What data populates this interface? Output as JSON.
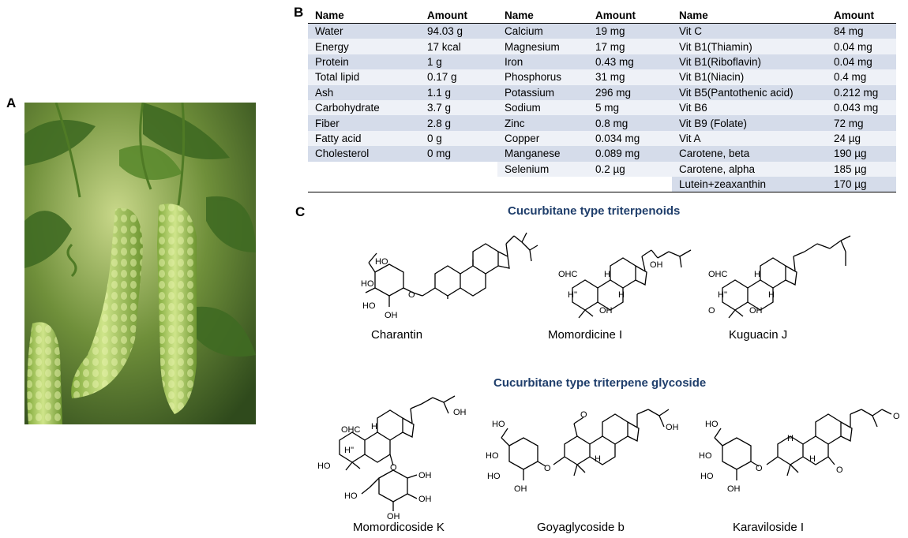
{
  "panels": {
    "a": "A",
    "b": "B",
    "c": "C"
  },
  "table": {
    "headers": [
      "Name",
      "Amount",
      "Name",
      "Amount",
      "Name",
      "Amount"
    ],
    "rows": [
      [
        "Water",
        "94.03 g",
        "Calcium",
        "19 mg",
        "Vit C",
        "84 mg"
      ],
      [
        "Energy",
        "17 kcal",
        "Magnesium",
        "17 mg",
        "Vit B1(Thiamin)",
        "0.04 mg"
      ],
      [
        "Protein",
        "1 g",
        "Iron",
        "0.43 mg",
        "Vit B1(Riboflavin)",
        "0.04 mg"
      ],
      [
        "Total lipid",
        "0.17 g",
        "Phosphorus",
        "31 mg",
        "Vit B1(Niacin)",
        "0.4 mg"
      ],
      [
        "Ash",
        "1.1 g",
        "Potassium",
        "296 mg",
        "Vit B5(Pantothenic acid)",
        "0.212 mg"
      ],
      [
        "Carbohydrate",
        "3.7 g",
        "Sodium",
        "5 mg",
        "Vit B6",
        "0.043 mg"
      ],
      [
        "Fiber",
        "2.8 g",
        "Zinc",
        "0.8 mg",
        "Vit B9 (Folate)",
        "72 mg"
      ],
      [
        "Fatty acid",
        "0 g",
        "Copper",
        "0.034 mg",
        "Vit A",
        "24 µg"
      ],
      [
        "Cholesterol",
        "0 mg",
        "Manganese",
        "0.089 mg",
        "Carotene, beta",
        "190 µg"
      ],
      [
        "",
        "",
        "Selenium",
        "0.2 µg",
        "Carotene, alpha",
        "185 µg"
      ],
      [
        "",
        "",
        "",
        "",
        "Lutein+zeaxanthin",
        "170 µg"
      ]
    ]
  },
  "sections": {
    "triterpenoids": "Cucurbitane type triterpenoids",
    "glycosides": "Cucurbitane type triterpene glycoside"
  },
  "compounds": {
    "charantin": "Charantin",
    "momordicine": "Momordicine I",
    "kuguacin": "Kuguacin J",
    "momordicoside": "Momordicoside K",
    "goyaglycoside": "Goyaglycoside b",
    "karaviloside": "Karaviloside I"
  },
  "atoms": {
    "ho": "HO",
    "oh": "OH",
    "o": "O",
    "h": "H",
    "ohc": "OHC",
    "h_prime": "H''",
    "ome": "O"
  },
  "colors": {
    "table_shade": "#d5dcea",
    "table_light": "#eef1f7",
    "section_title": "#1f3e6b"
  },
  "photo_subject": "bitter-melon-photo"
}
